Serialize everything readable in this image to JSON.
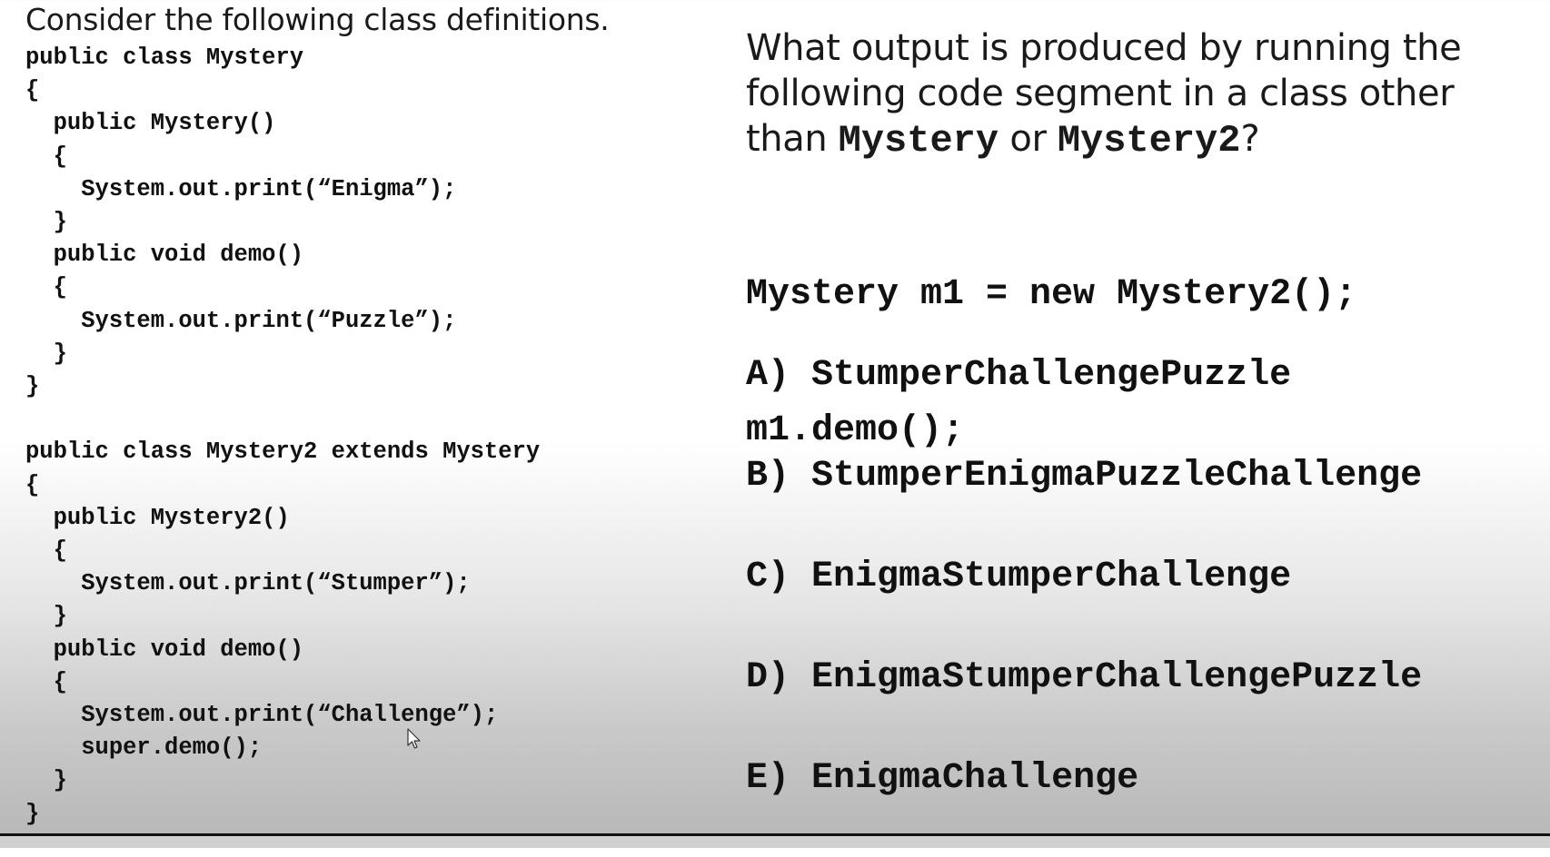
{
  "intro": "Consider the following class definitions.",
  "code_lines": [
    "public class Mystery",
    "{",
    "  public Mystery()",
    "  {",
    "    System.out.print(“Enigma”);",
    "  }",
    "  public void demo()",
    "  {",
    "    System.out.print(“Puzzle”);",
    "  }",
    "}",
    "",
    "public class Mystery2 extends Mystery",
    "{",
    "  public Mystery2()",
    "  {",
    "    System.out.print(“Stumper”);",
    "  }",
    "  public void demo()",
    "  {",
    "    System.out.print(“Challenge”);",
    "    super.demo();",
    "  }",
    "}"
  ],
  "question": {
    "line1": "What output is produced by running the",
    "line2": "following code segment in a class other",
    "line3_prefix": "than ",
    "class1": "Mystery",
    "or": " or ",
    "class2": "Mystery2",
    "suffix": "?"
  },
  "segment_lines": [
    "Mystery m1 = new Mystery2();",
    "m1.demo();"
  ],
  "options": [
    {
      "letter": "A)",
      "text": "StumperChallengePuzzle"
    },
    {
      "letter": "B)",
      "text": "StumperEnigmaPuzzleChallenge"
    },
    {
      "letter": "C)",
      "text": "EnigmaStumperChallenge"
    },
    {
      "letter": "D)",
      "text": "EnigmaStumperChallengePuzzle"
    },
    {
      "letter": "E)",
      "text": "EnigmaChallenge"
    }
  ]
}
